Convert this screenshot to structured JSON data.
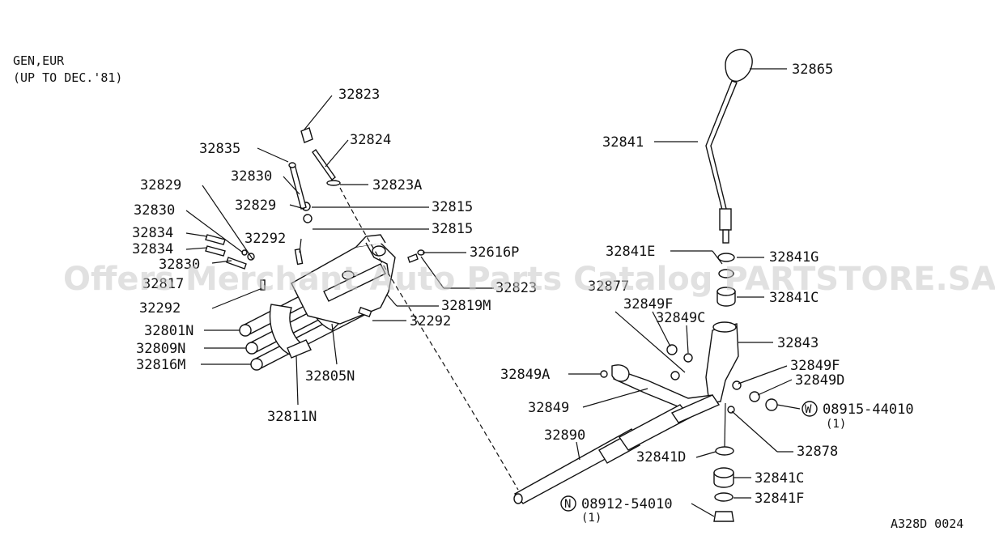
{
  "header": {
    "line1": "GEN,EUR",
    "line2": "(UP TO DEC.'81)"
  },
  "watermark": "Offers Merchant Auto Parts Catalog PARTSTORE.SA",
  "footer": {
    "code": "A328D 0024"
  },
  "labels": {
    "p32823_top": "32823",
    "p32824": "32824",
    "p32835": "32835",
    "p32823A": "32823A",
    "p32830_a": "32830",
    "p32829_a": "32829",
    "p32815_a": "32815",
    "p32829_b": "32829",
    "p32815_b": "32815",
    "p32830_b": "32830",
    "p32834_a": "32834",
    "p32292_a": "32292",
    "p32834_b": "32834",
    "p32616P": "32616P",
    "p32830_c": "32830",
    "p32817": "32817",
    "p32823_b": "32823",
    "p32292_b": "32292",
    "p32819M": "32819M",
    "p32801N": "32801N",
    "p32292_c": "32292",
    "p32809N": "32809N",
    "p32816M": "32816M",
    "p32805N": "32805N",
    "p32811N": "32811N",
    "p32865": "32865",
    "p32841": "32841",
    "p32841E": "32841E",
    "p32841G": "32841G",
    "p32841C_a": "32841C",
    "p32877": "32877",
    "p32849F_a": "32849F",
    "p32849C": "32849C",
    "p32843": "32843",
    "p32849F_b": "32849F",
    "p32849A": "32849A",
    "p32849D": "32849D",
    "p32849": "32849",
    "p08915": "08915-44010",
    "p08915_qty": "(1)",
    "p08915_prefix": "W",
    "p32890": "32890",
    "p32878": "32878",
    "p32841D": "32841D",
    "p32841C_b": "32841C",
    "p32841F": "32841F",
    "p08912": "08912-54010",
    "p08912_qty": "(1)",
    "p08912_prefix": "N"
  }
}
